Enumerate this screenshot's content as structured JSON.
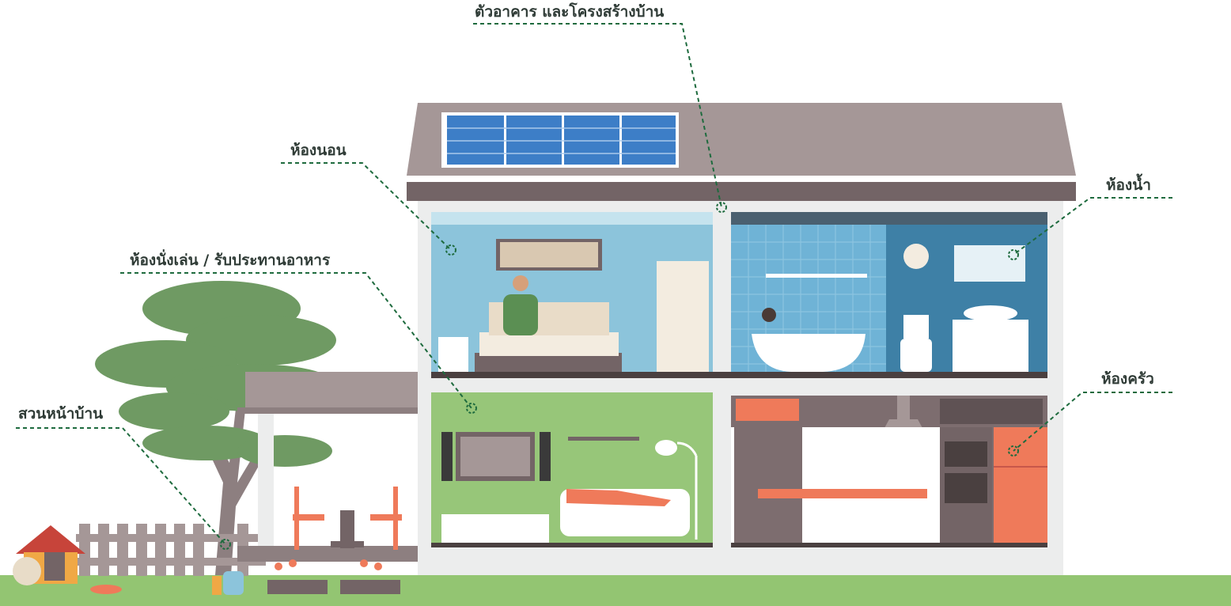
{
  "labels": {
    "structure": "ตัวอาคาร และโครงสร้างบ้าน",
    "bedroom": "ห้องนอน",
    "bathroom": "ห้องน้ำ",
    "living_dining": "ห้องนั่งเล่น / รับประทานอาหาร",
    "kitchen": "ห้องครัว",
    "garden": "สวนหน้าบ้าน"
  },
  "colors": {
    "leader_line": "#1e6b3e",
    "roof": "#a59797",
    "roof_band": "#736466",
    "wall": "#eceded",
    "bedroom_wall": "#8cc4db",
    "bathroom_tile": "#6fb3d6",
    "bathroom_wall": "#3e80a6",
    "living_wall": "#97c679",
    "kitchen_wall": "#7d6d6f",
    "grass": "#93c572",
    "accent_orange": "#ef7a5a",
    "tree_green": "#6f9a63",
    "solar_panel": "#3d7ec7"
  }
}
